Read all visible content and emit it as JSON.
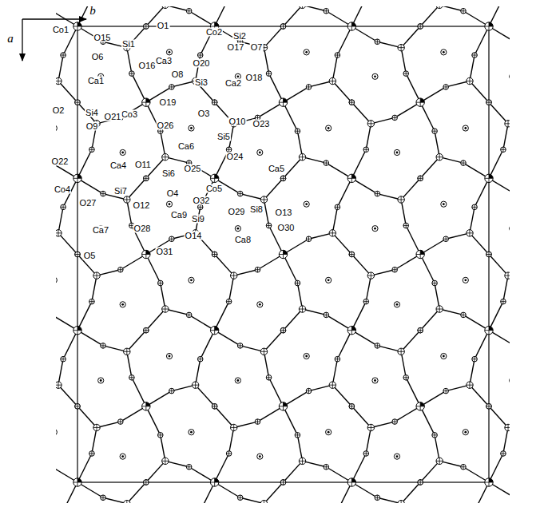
{
  "diagram": {
    "labels": [
      "b",
      "a",
      "Co1",
      "O15",
      "O1",
      "Si1",
      "Ca3",
      "Co2",
      "Si2",
      "O17",
      "O7",
      "O6",
      "O16",
      "O20",
      "O8",
      "Ca1",
      "Si3",
      "Ca2",
      "O18",
      "Co3",
      "O19",
      "O3",
      "O10",
      "O2",
      "Si4",
      "O21",
      "Si5",
      "O23",
      "O26",
      "Ca6",
      "O9",
      "O22",
      "O11",
      "Si6",
      "O25",
      "O24",
      "Ca4",
      "Ca5",
      "Co4",
      "Si7",
      "O4",
      "Co5",
      "Si8",
      "O13",
      "O27",
      "O12",
      "O29",
      "O32",
      "Ca9",
      "Si9",
      "O28",
      "O30",
      "Ca7",
      "O14",
      "Ca8",
      "O5",
      "O31"
    ]
  }
}
